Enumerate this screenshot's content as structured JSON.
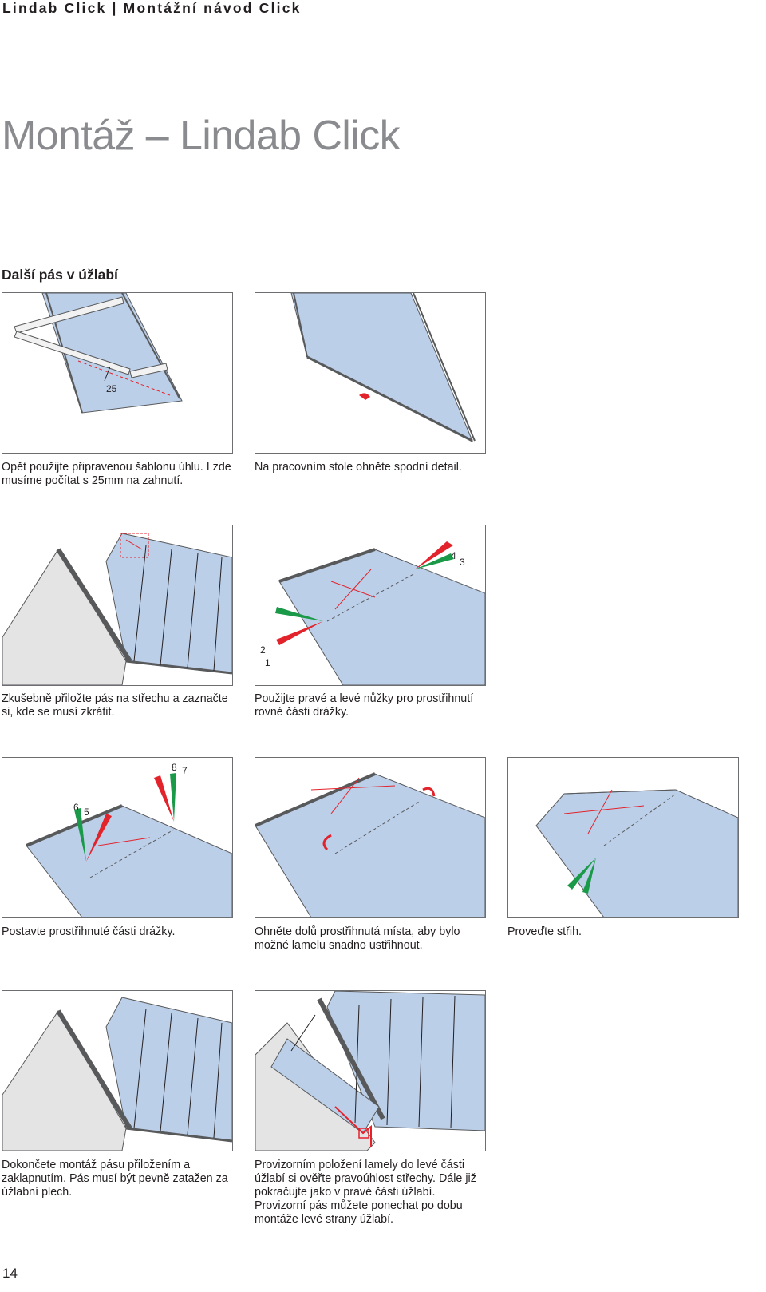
{
  "header": {
    "text": "Lindab Click   |   Montážní návod Click"
  },
  "title": "Montáž – Lindab Click",
  "subtitle": "Další pás v úžlabí",
  "steps": [
    {
      "caption": "Opět použijte připravenou šablonu úhlu. I zde musíme počítat s 25mm na zahnutí.",
      "label": "25"
    },
    {
      "caption": "Na pracovním stole ohněte spodní detail."
    },
    {
      "caption": "Zkušebně přiložte pás na střechu a zaznačte si, kde se musí zkrátit."
    },
    {
      "caption": "Použijte pravé a levé nůžky pro prostřihnutí rovné části drážky.",
      "labels": [
        "4",
        "3",
        "2",
        "1"
      ]
    },
    {
      "caption": "Postavte prostřihnuté části drážky.",
      "labels": [
        "8",
        "7",
        "6",
        "5"
      ]
    },
    {
      "caption": "Ohněte dolů prostřihnutá místa, aby bylo možné lamelu snadno ustřihnout."
    },
    {
      "caption": "Proveďte střih."
    },
    {
      "caption": "Dokončete montáž pásu přiložením a zaklapnutím. Pás musí být pevně zatažen za úžlabní plech."
    },
    {
      "caption": "Provizorním položení lamely do levé části úžlabí si ověřte pravoúhlost střechy. Dále již pokračujte jako v pravé části úžlabí. Provizorní pás můžete ponechat po dobu montáže levé strany úžlabí."
    }
  ],
  "page_number": "14",
  "colors": {
    "sheet": "#bccfe8",
    "roof": "#e4e4e4",
    "red": "#e3232c",
    "green": "#1a9a48",
    "frame": "#6d6e71"
  }
}
